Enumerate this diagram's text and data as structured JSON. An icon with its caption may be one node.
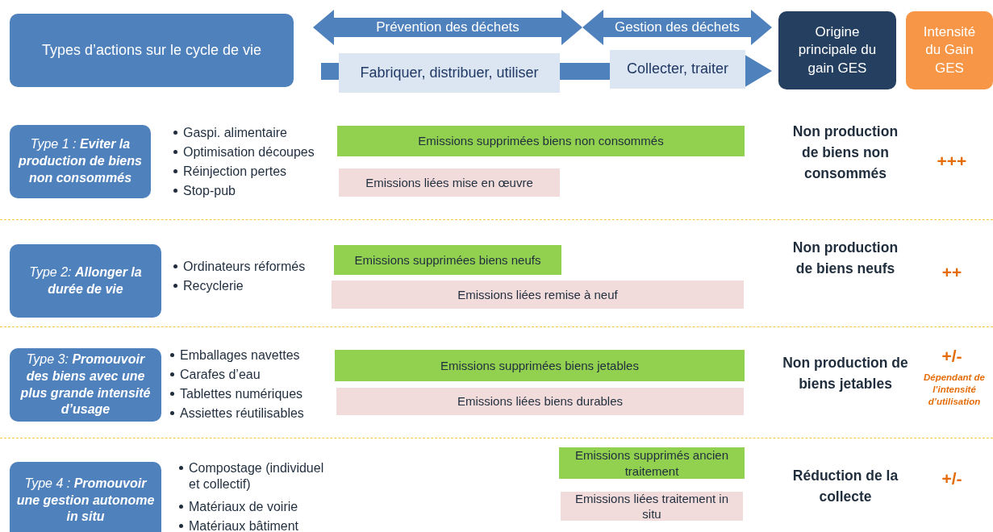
{
  "diagram": {
    "nodes": [
      {
        "text": [
          "Types d’actions sur le cycle de vie"
        ]
      },
      {
        "text": [
          "Prévention des déchets"
        ]
      },
      {
        "text": [
          "Gestion des déchets"
        ]
      },
      {
        "text": [
          "Fabriquer, distribuer, utiliser"
        ]
      },
      {
        "text": [
          "Collecter, traiter"
        ]
      },
      {
        "text": [
          "Origine principale du gain GES"
        ]
      },
      {
        "text": [
          "Intensité du Gain GES"
        ]
      },
      {
        "text": [
          "Type 1 : **Eviter la production de biens non consommés**"
        ]
      },
      {
        "text": [
          "Emissions supprimées biens non consommés"
        ]
      },
      {
        "text": [
          "Emissions liées mise en œuvre"
        ]
      },
      {
        "text": [
          "Type 2:  **Allonger la durée de vie**"
        ]
      },
      {
        "text": [
          "Emissions supprimées biens neufs"
        ]
      },
      {
        "text": [
          "Emissions liées remise à neuf"
        ]
      },
      {
        "text": [
          "Type 3:  **Promouvoir des biens avec une plus grande intensité d’usage**"
        ]
      },
      {
        "text": [
          "Emissions supprimées biens jetables"
        ]
      },
      {
        "text": [
          "Emissions liées biens durables"
        ]
      },
      {
        "text": [
          "Type 4 : **Promouvoir une gestion autonome in situ**"
        ]
      },
      {
        "text": [
          "Emissions supprimés ancien traitement"
        ]
      },
      {
        "text": [
          "Emissions liées traitement in situ"
        ]
      }
    ],
    "edges": [],
    "labels": [
      "Gaspi. alimentaire",
      "Optimisation découpes",
      "Réinjection pertes",
      "Stop-pub",
      "Non production de biens non consommés",
      "+++",
      "Ordinateurs réformés",
      "Recyclerie",
      "Non production de biens neufs",
      "++",
      "Emballages navettes",
      "Carafes d’eau",
      "Tablettes numériques",
      "Assiettes réutilisables",
      "Non production de biens jetables",
      "+/-",
      "Dépendant de l’intensité d’utilisation",
      "Compostage (individuel et collectif)",
      "Matériaux de voirie",
      "Matériaux bâtiment",
      "Réduction de la collecte",
      "+/-"
    ]
  }
}
